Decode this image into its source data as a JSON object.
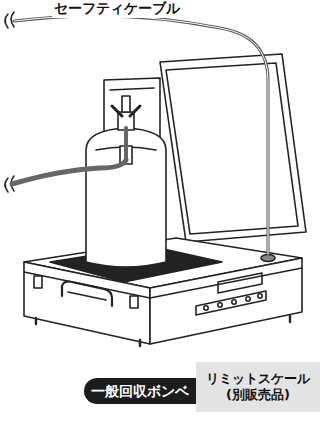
{
  "diagram": {
    "nodes": [
      {
        "text": [
          "一般回収ボンベ"
        ]
      },
      {
        "text": [
          "リミットスケール (別販売品)"
        ]
      }
    ],
    "labels": [
      "セーフティケーブル"
    ]
  }
}
